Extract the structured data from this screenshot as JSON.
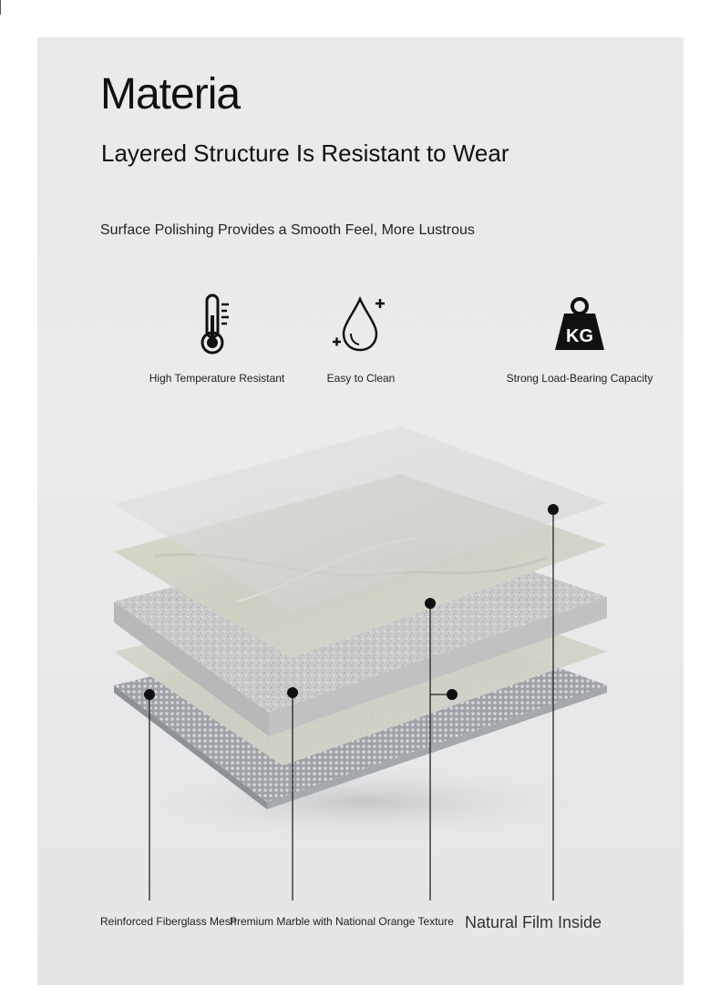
{
  "header": {
    "title": "Materia",
    "subtitle": "Layered Structure Is Resistant to Wear",
    "tagline": "Surface Polishing Provides a Smooth Feel, More Lustrous"
  },
  "features": [
    {
      "icon": "thermometer-icon",
      "label": "High Temperature Resistant"
    },
    {
      "icon": "water-drop-icon",
      "label": "Easy to Clean"
    },
    {
      "icon": "kg-weight-icon",
      "label": "Strong Load-Bearing Capacity",
      "badge": "KG"
    }
  ],
  "layers": {
    "labels": [
      "Reinforced Fiberglass Mesh",
      "Premium Marble with National Orange Texture",
      "Natural Film Inside"
    ]
  },
  "colors": {
    "panel": "#e9eaeb",
    "text": "#111111",
    "marble": "#d3d4cb",
    "stone": "#c5c7c7",
    "mesh": "#a7a9ad"
  }
}
